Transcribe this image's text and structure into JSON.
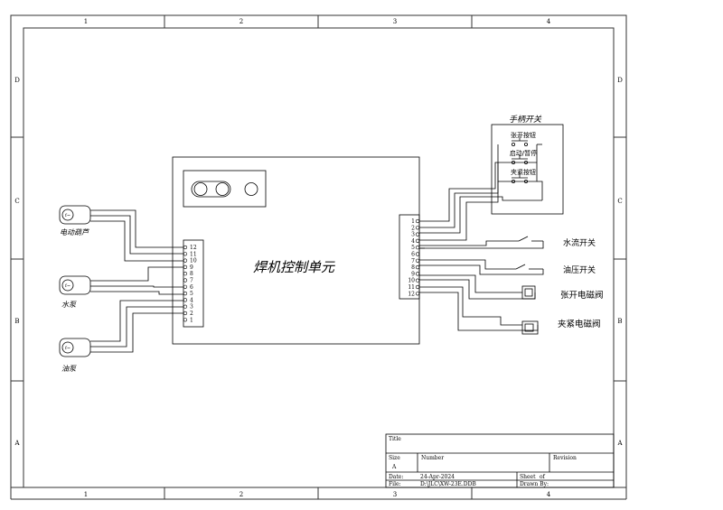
{
  "frame": {
    "columns": [
      "1",
      "2",
      "3",
      "4"
    ],
    "rows": [
      "D",
      "C",
      "B",
      "A"
    ]
  },
  "control_unit": {
    "title": "焊机控制单元",
    "left_pins": [
      "12",
      "11",
      "10",
      "9",
      "8",
      "7",
      "6",
      "5",
      "4",
      "3",
      "2",
      "1"
    ],
    "right_pins": [
      "1",
      "2",
      "3",
      "4",
      "5",
      "6",
      "7",
      "8",
      "9",
      "10",
      "11",
      "12"
    ]
  },
  "left_devices": [
    {
      "symbol": "f~",
      "label": "电动葫芦"
    },
    {
      "symbol": "f~",
      "label": "水泵"
    },
    {
      "symbol": "f~",
      "label": "油泵"
    }
  ],
  "handle_switch": {
    "title": "手柄开关",
    "buttons": [
      "张开按钮",
      "启动/暂停",
      "夹紧按钮"
    ]
  },
  "right_devices": {
    "water_switch": "水流开关",
    "oil_switch": "油压开关",
    "open_valve": "张开电磁阀",
    "clamp_valve": "夹紧电磁阀"
  },
  "title_block": {
    "title_label": "Title",
    "size_label": "Size",
    "size_value": "A",
    "number_label": "Number",
    "revision_label": "Revision",
    "date_label": "Date:",
    "date_value": "24-Apr-2024",
    "file_label": "File:",
    "file_value": "D:\\JLC\\XW-23E.DDB",
    "sheet_label": "Sheet",
    "of_label": "of",
    "drawn_label": "Drawn By:"
  }
}
